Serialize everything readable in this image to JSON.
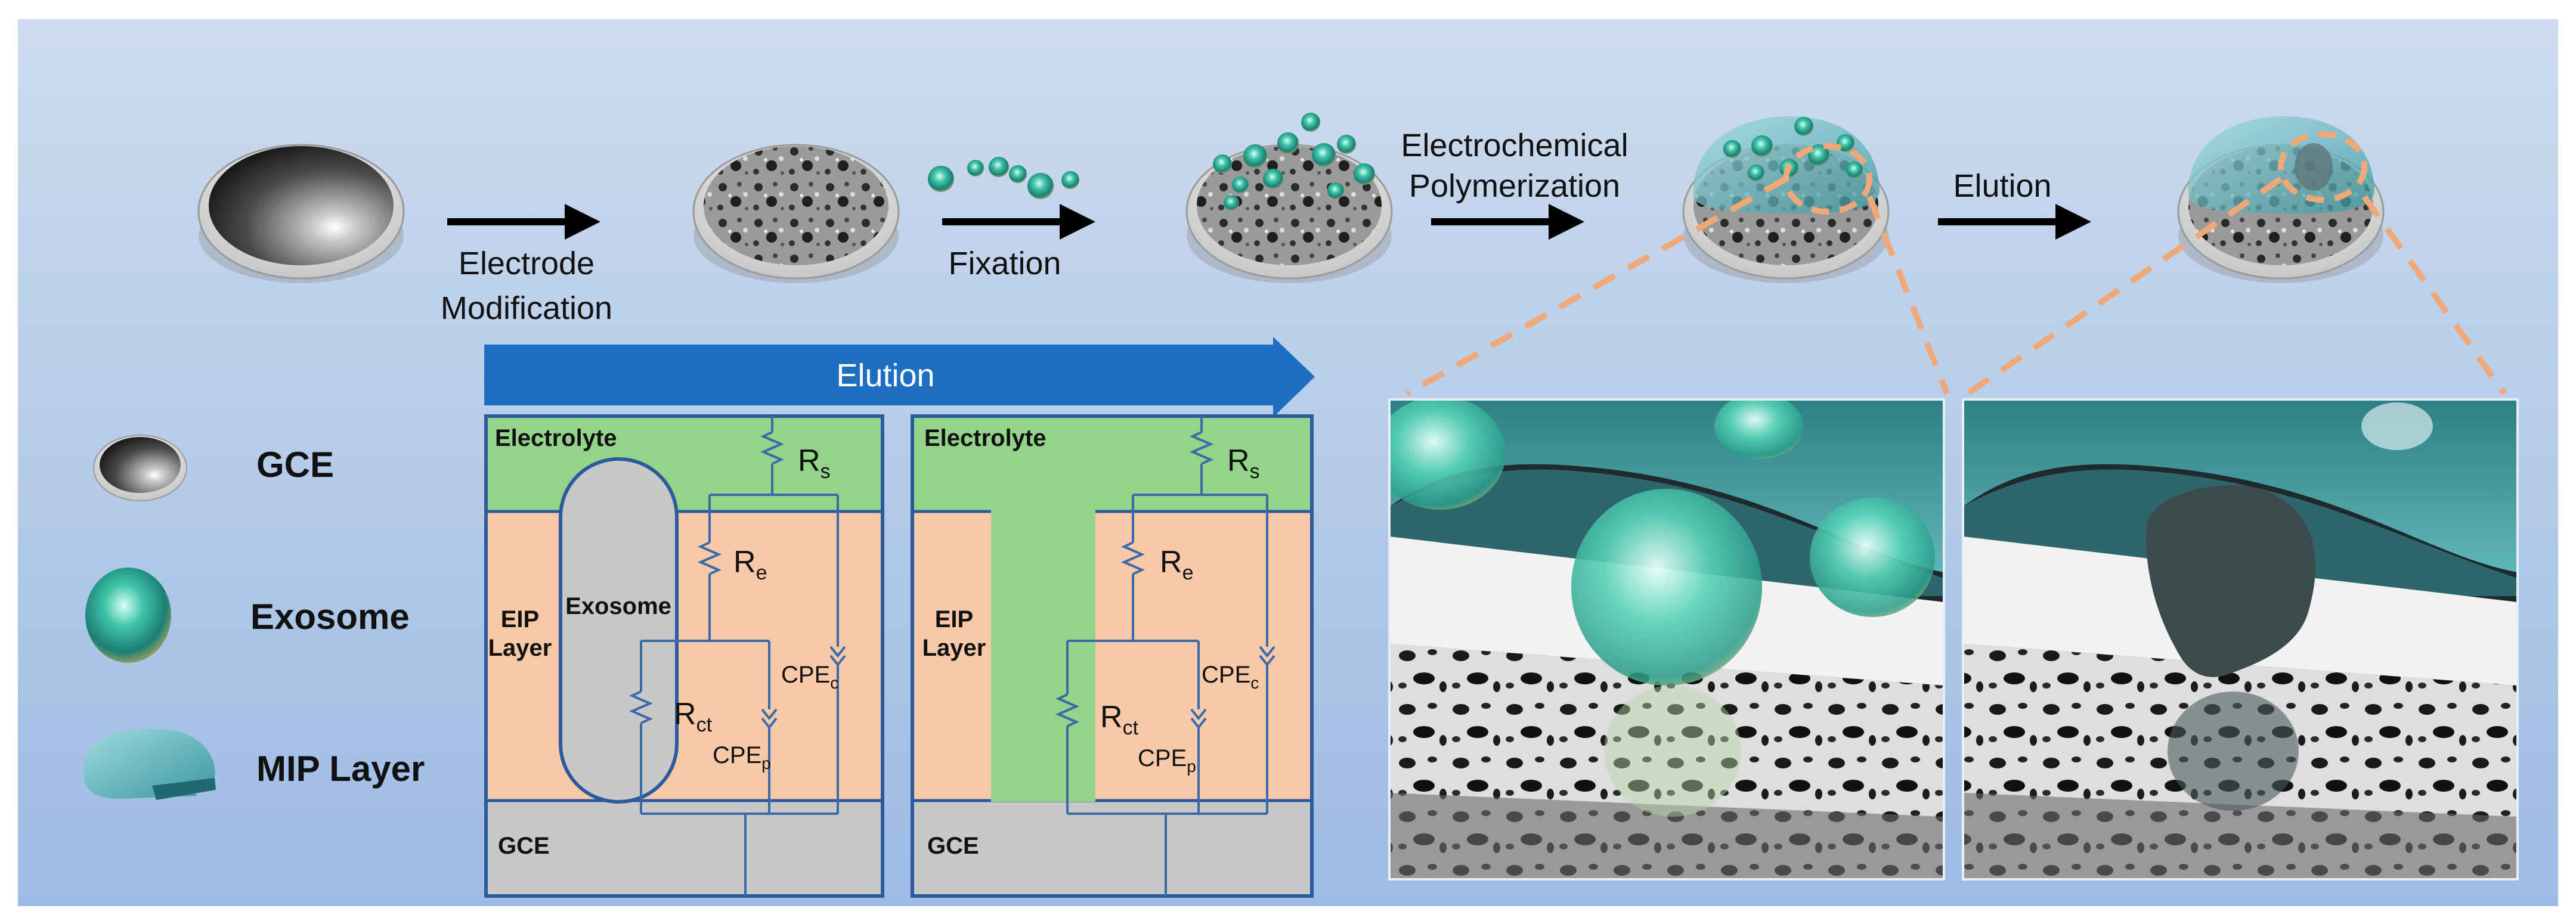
{
  "colors": {
    "background_gradient_top": "#c9d9ee",
    "background_gradient_bottom": "#9fbde6",
    "elution_banner": "#1e6fc4",
    "electrolyte_green": "#94d38a",
    "eip_layer_peach": "#f8c9a8",
    "gce_gray": "#c8c8c8",
    "circuit_wire": "#3a6aa8",
    "exosome_teal": "#2aa594",
    "zoom_dash_orange": "#f0a878"
  },
  "process": {
    "electrode_modification": [
      "Electrode",
      "Modification"
    ],
    "fixation": "Fixation",
    "electropolymerization": [
      "Electrochemical",
      "Polymerization"
    ],
    "elution": "Elution"
  },
  "legend": {
    "gce": {
      "label": "GCE",
      "icon": "gce-disk-icon"
    },
    "exosome": {
      "label": "Exosome",
      "icon": "exosome-sphere-icon"
    },
    "mip_layer": {
      "label": "MIP Layer",
      "icon": "mip-layer-fragment-icon"
    }
  },
  "circuit": {
    "banner": "Elution",
    "left_panel": {
      "electrolyte": "Electrolyte",
      "eip_layer": [
        "EIP",
        "Layer"
      ],
      "exosome": "Exosome",
      "gce": "GCE"
    },
    "right_panel": {
      "electrolyte": "Electrolyte",
      "eip_layer": [
        "EIP",
        "Layer"
      ],
      "gce": "GCE"
    },
    "components": {
      "rs": {
        "main": "R",
        "sub": "s"
      },
      "re": {
        "main": "R",
        "sub": "e"
      },
      "rct": {
        "main": "R",
        "sub": "ct"
      },
      "cpep": {
        "main": "CPE",
        "sub": "p"
      },
      "cpec": {
        "main": "CPE",
        "sub": "c"
      }
    }
  }
}
